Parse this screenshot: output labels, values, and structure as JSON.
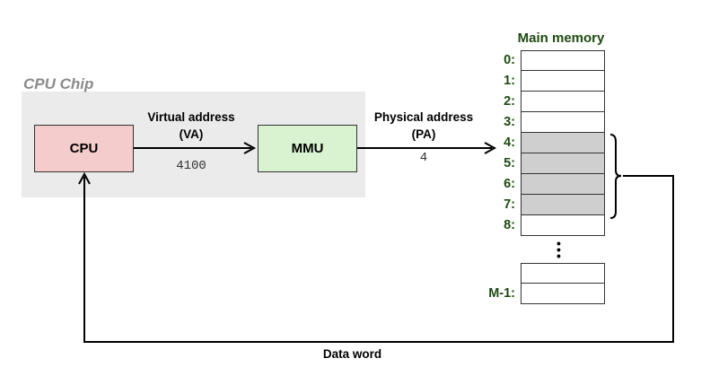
{
  "chip": {
    "title": "CPU Chip"
  },
  "cpu": {
    "label": "CPU"
  },
  "mmu": {
    "label": "MMU"
  },
  "virtual": {
    "line1": "Virtual address",
    "line2": "(VA)",
    "value": "4100"
  },
  "physical": {
    "line1": "Physical address",
    "line2": "(PA)",
    "value": "4"
  },
  "memory": {
    "title": "Main memory",
    "cells": [
      {
        "addr": "0:",
        "shaded": false
      },
      {
        "addr": "1:",
        "shaded": false
      },
      {
        "addr": "2:",
        "shaded": false
      },
      {
        "addr": "3:",
        "shaded": false
      },
      {
        "addr": "4:",
        "shaded": true
      },
      {
        "addr": "5:",
        "shaded": true
      },
      {
        "addr": "6:",
        "shaded": true
      },
      {
        "addr": "7:",
        "shaded": true
      },
      {
        "addr": "8:",
        "shaded": false
      }
    ],
    "last_addr": "M-1:",
    "ellipsis": "⋮"
  },
  "data_word": {
    "label": "Data word"
  },
  "colors": {
    "cpu": "#f4cccc",
    "mmu": "#d9f2d0",
    "chip": "#ebebeb",
    "shaded": "#cfcfcf",
    "addr": "#1e4a10"
  }
}
